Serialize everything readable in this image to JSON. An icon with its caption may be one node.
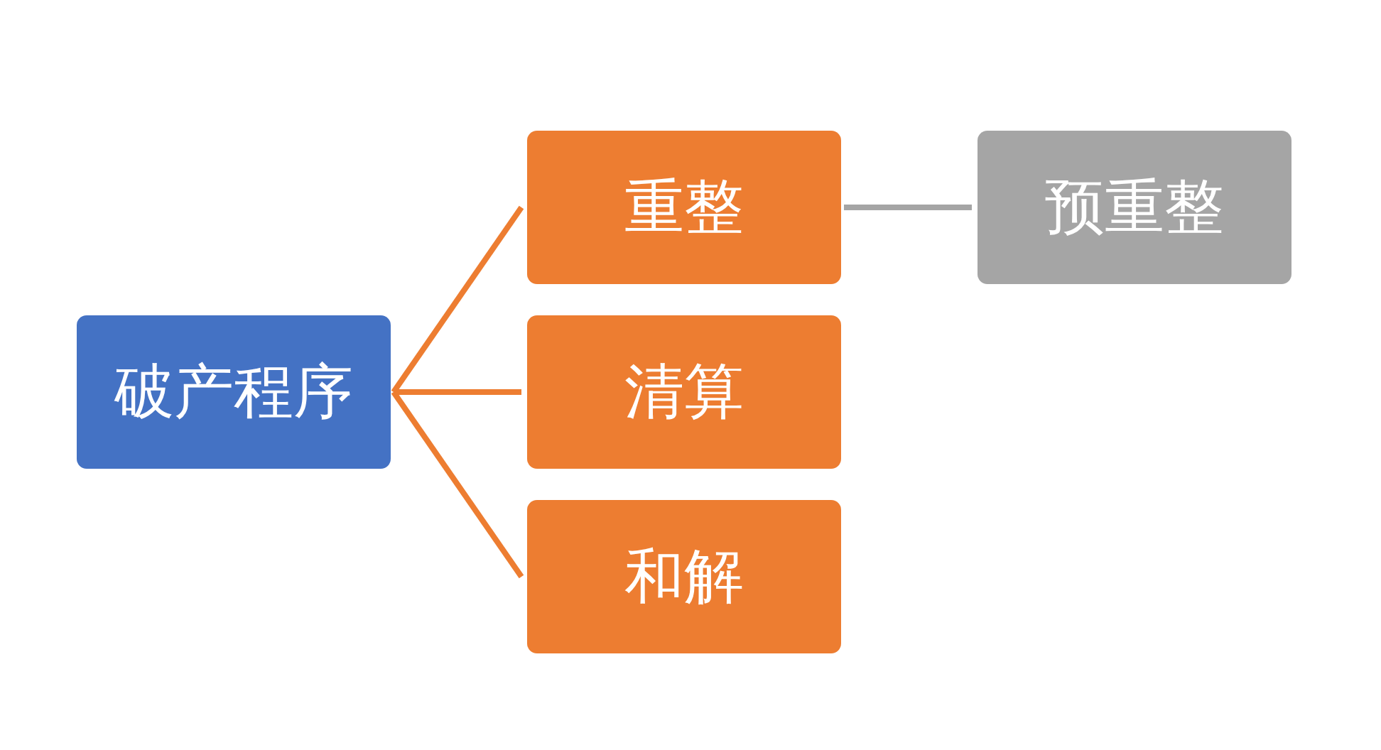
{
  "diagram": {
    "nodes": [
      {
        "text": [
          "破产程序"
        ]
      },
      {
        "text": [
          "重整"
        ]
      },
      {
        "text": [
          "清算"
        ]
      },
      {
        "text": [
          "和解"
        ]
      },
      {
        "text": [
          "预重整"
        ]
      }
    ],
    "edges": [
      {
        "from": 0,
        "to": 1,
        "arrow": "none"
      },
      {
        "from": 0,
        "to": 2,
        "arrow": "none"
      },
      {
        "from": 0,
        "to": 3,
        "arrow": "none"
      },
      {
        "from": 1,
        "to": 4,
        "arrow": "none",
        "color": "#a5a5a5"
      }
    ]
  }
}
